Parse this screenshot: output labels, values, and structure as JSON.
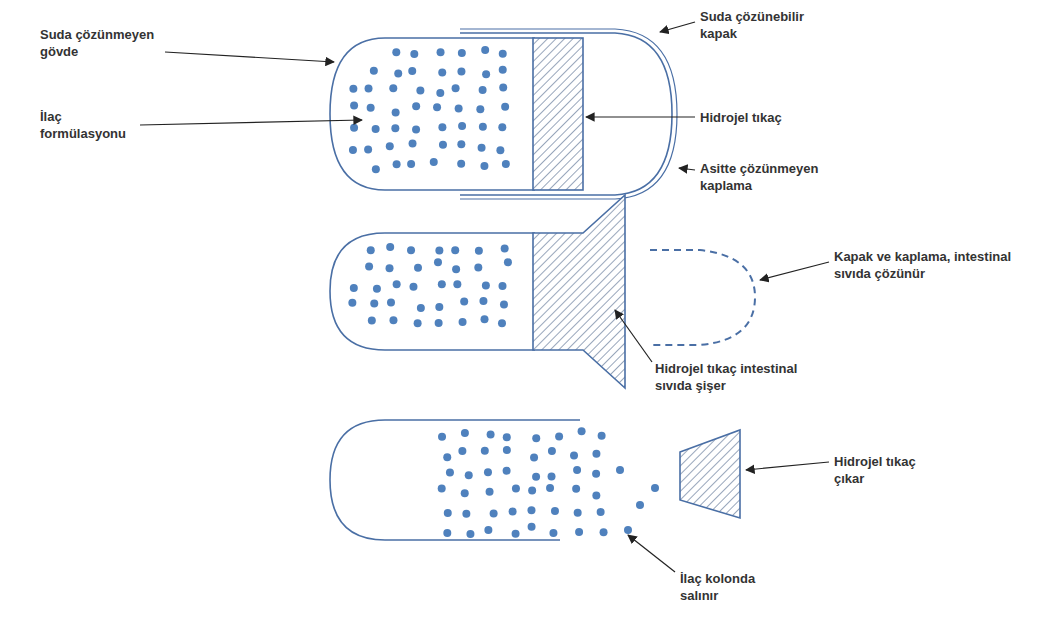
{
  "diagram": {
    "labels": [
      "Suda çözünmeyen gövde",
      "İlaç formülasyonu",
      "Suda çözünebilir kapak",
      "Hidrojel tıkaç",
      "Asitte çözünmeyen kaplama",
      "Kapak ve kaplama, intestinal sıvıda çözünür",
      "Hidrojel tıkaç intestinal sıvıda şişer",
      "Hidrojel tıkaç çıkar",
      "İlaç kolonda salınır"
    ]
  }
}
